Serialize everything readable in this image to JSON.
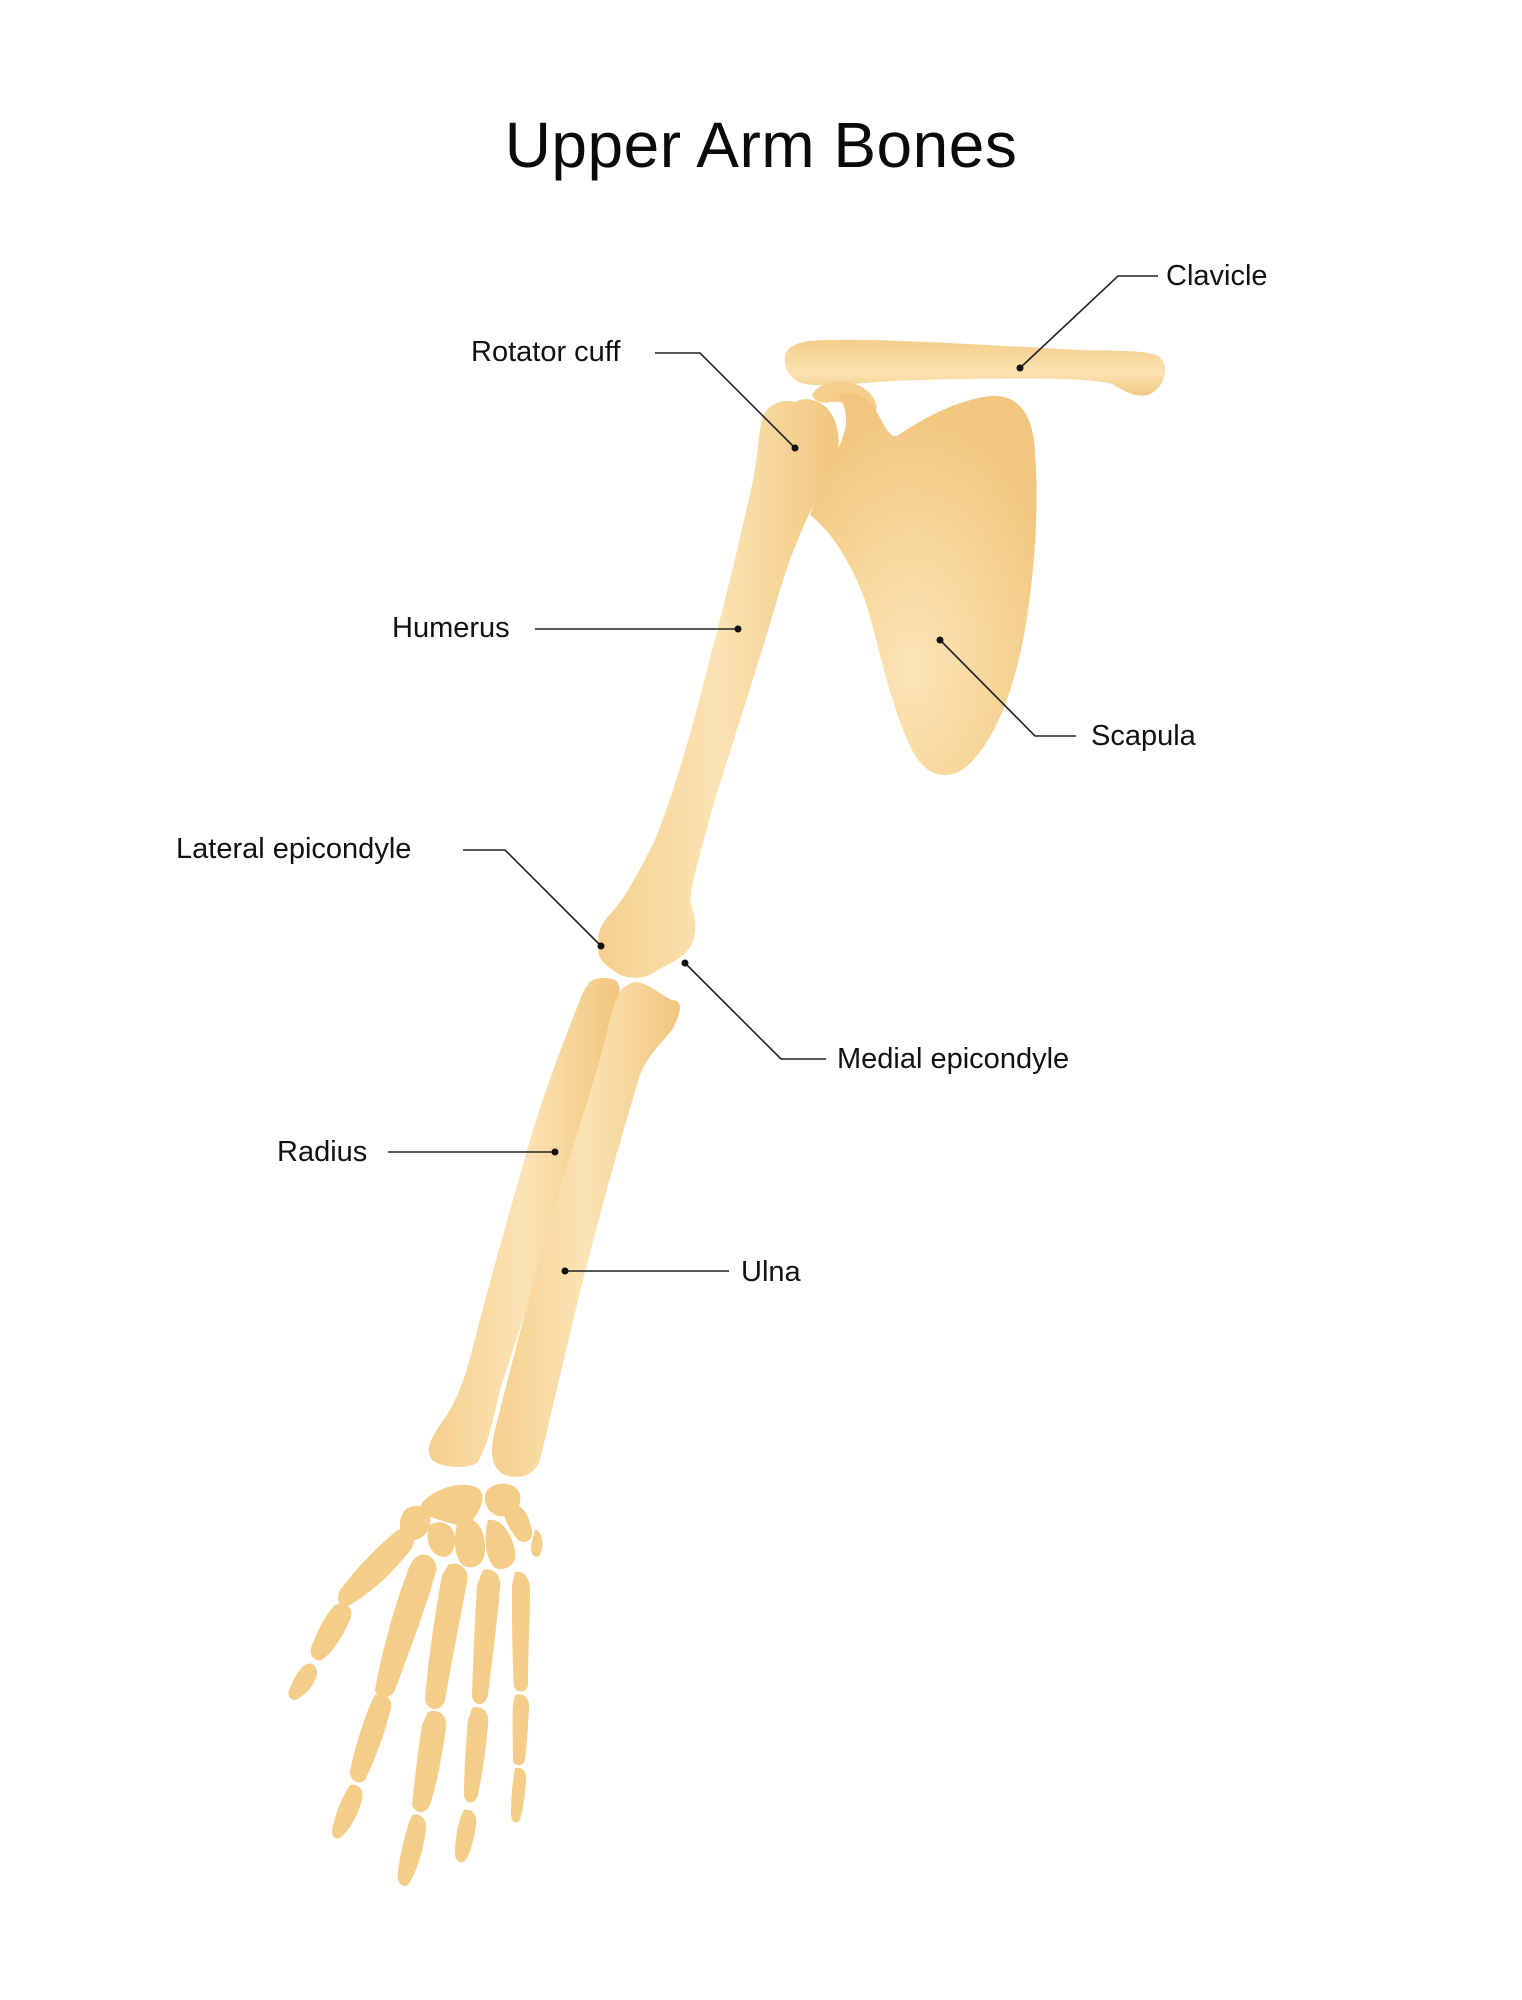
{
  "title": "Upper Arm Bones",
  "colors": {
    "bone_light": "#fbe3b4",
    "bone_mid": "#f6d394",
    "bone_dark": "#f1c67e",
    "leader_line": "#222222",
    "background": "#ffffff"
  },
  "labels": {
    "clavicle": "Clavicle",
    "rotator_cuff": "Rotator cuff",
    "humerus": "Humerus",
    "scapula": "Scapula",
    "lateral_epicondyle": "Lateral epicondyle",
    "medial_epicondyle": "Medial epicondyle",
    "radius": "Radius",
    "ulna": "Ulna"
  }
}
